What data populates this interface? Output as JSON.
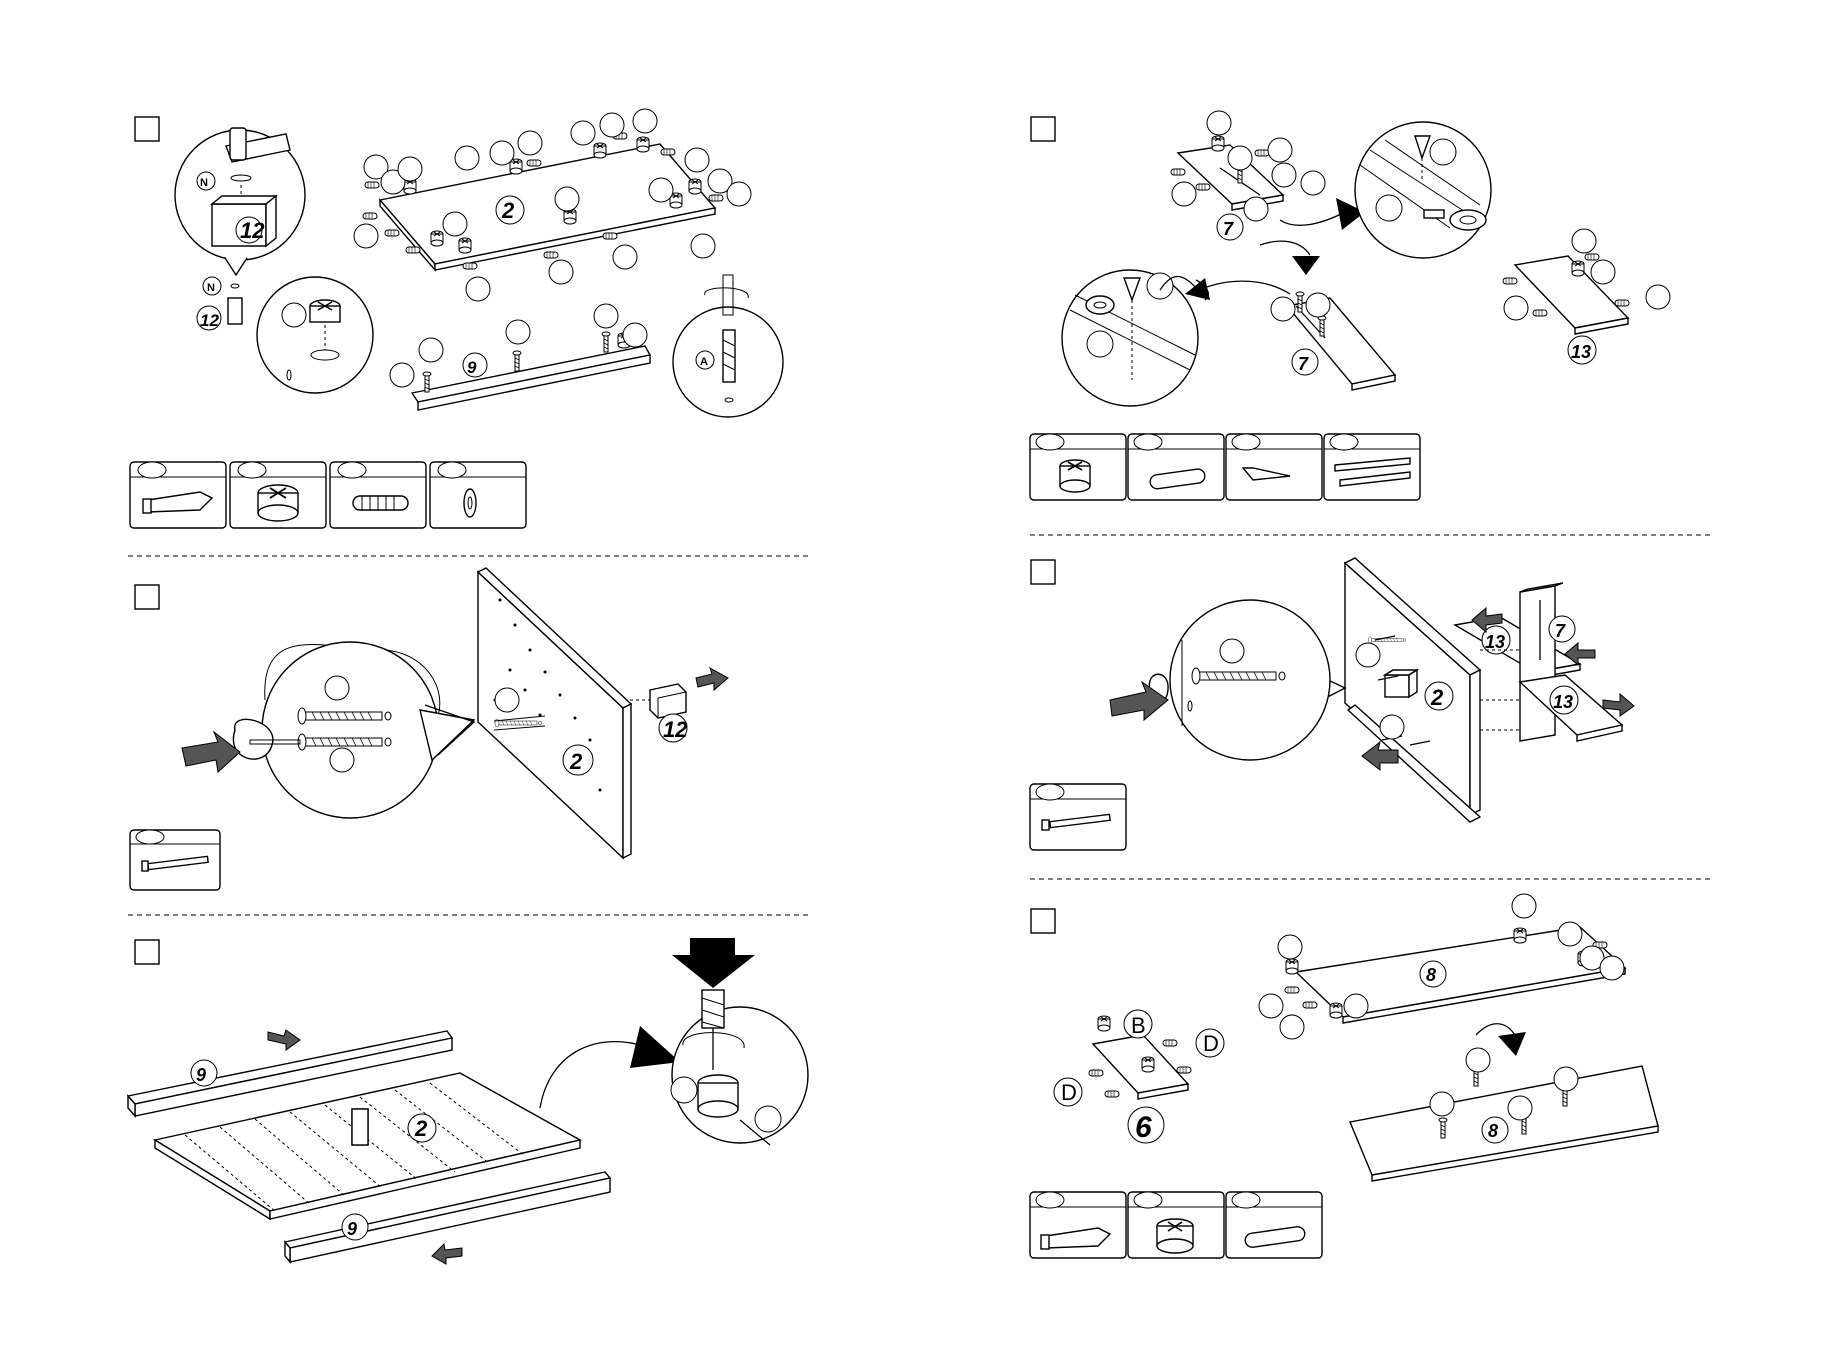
{
  "labels": {
    "part_2": "2",
    "part_6": "6",
    "part_7": "7",
    "part_8": "8",
    "part_9": "9",
    "part_12": "12",
    "part_13": "13",
    "letter_a": "A",
    "letter_b": "B",
    "letter_d": "D",
    "letter_n": "N"
  },
  "steps": 6,
  "colors": {
    "ink": "#000000",
    "paper": "#ffffff"
  }
}
